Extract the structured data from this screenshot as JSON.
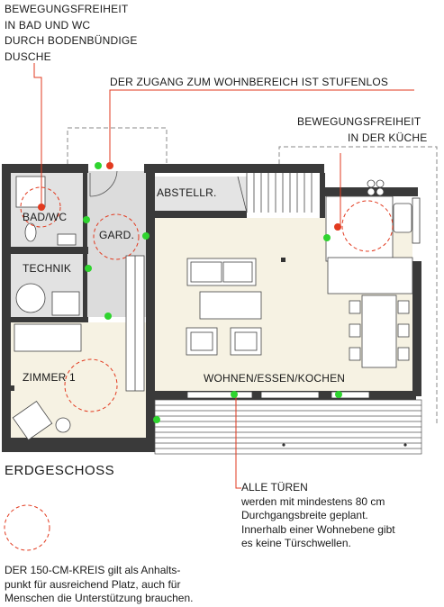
{
  "annotations": {
    "bath_freedom": [
      "BEWEGUNGSFREIHEIT",
      "IN BAD UND WC",
      "DURCH BODENBÜNDIGE",
      "DUSCHE"
    ],
    "access": "DER ZUGANG ZUM WOHNBEREICH IST STUFENLOS",
    "kitchen_freedom": [
      "BEWEGUNGSFREIHEIT",
      "IN DER KÜCHE"
    ]
  },
  "rooms": {
    "bad_wc": "BAD/WC",
    "gard": "GARD.",
    "abstellr": "ABSTELLR.",
    "technik": "TECHNIK",
    "zimmer1": "ZIMMER 1",
    "wohnen": "WOHNEN/ESSEN/KOCHEN"
  },
  "title": "ERDGESCHOSS",
  "doors_note": {
    "heading": "ALLE TÜREN",
    "lines": [
      "werden mit mindestens 80 cm",
      "Durchgangsbreite geplant.",
      "Innerhalb einer Wohnebene gibt",
      "es keine Türschwellen."
    ]
  },
  "legend_note": [
    "DER 150-CM-KREIS gilt als Anhalts-",
    "punkt für ausreichend Platz, auch für",
    "Menschen die Unterstützung brauchen."
  ],
  "colors": {
    "wall": "#3a3a3a",
    "floor_living": "#f6f2e3",
    "floor_service": "#dcdcdc",
    "door_marker": "#2fd42f",
    "callout": "#e23a1f",
    "circle": "#e23a1f"
  }
}
